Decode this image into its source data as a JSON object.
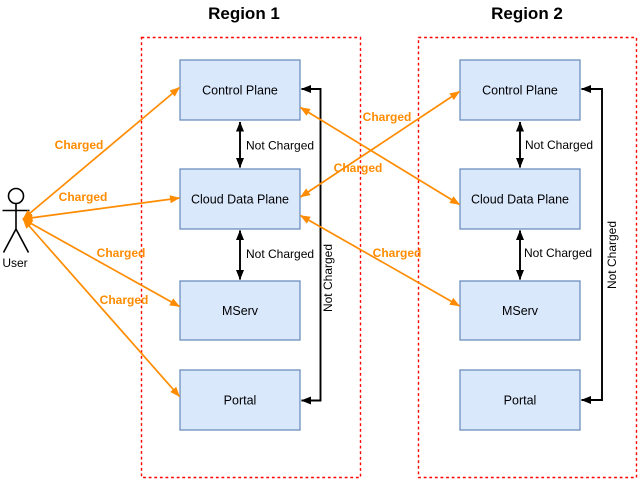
{
  "regions": [
    {
      "title": "Region 1",
      "boxes": [
        {
          "label": "Control Plane"
        },
        {
          "label": "Cloud Data Plane"
        },
        {
          "label": "MServ"
        },
        {
          "label": "Portal"
        }
      ]
    },
    {
      "title": "Region 2",
      "boxes": [
        {
          "label": "Control Plane"
        },
        {
          "label": "Cloud Data Plane"
        },
        {
          "label": "MServ"
        },
        {
          "label": "Portal"
        }
      ]
    }
  ],
  "actor": {
    "label": "User"
  },
  "edges": {
    "charged_label": "Charged",
    "not_charged_label": "Not Charged"
  },
  "icons": {
    "user_actor": "stick-figure"
  },
  "colors": {
    "box_fill": "#dae8fc",
    "box_border": "#6c8ebf",
    "region_border": "#ff0000",
    "charged_color": "#ff8c00",
    "arrow_color": "#000000"
  }
}
